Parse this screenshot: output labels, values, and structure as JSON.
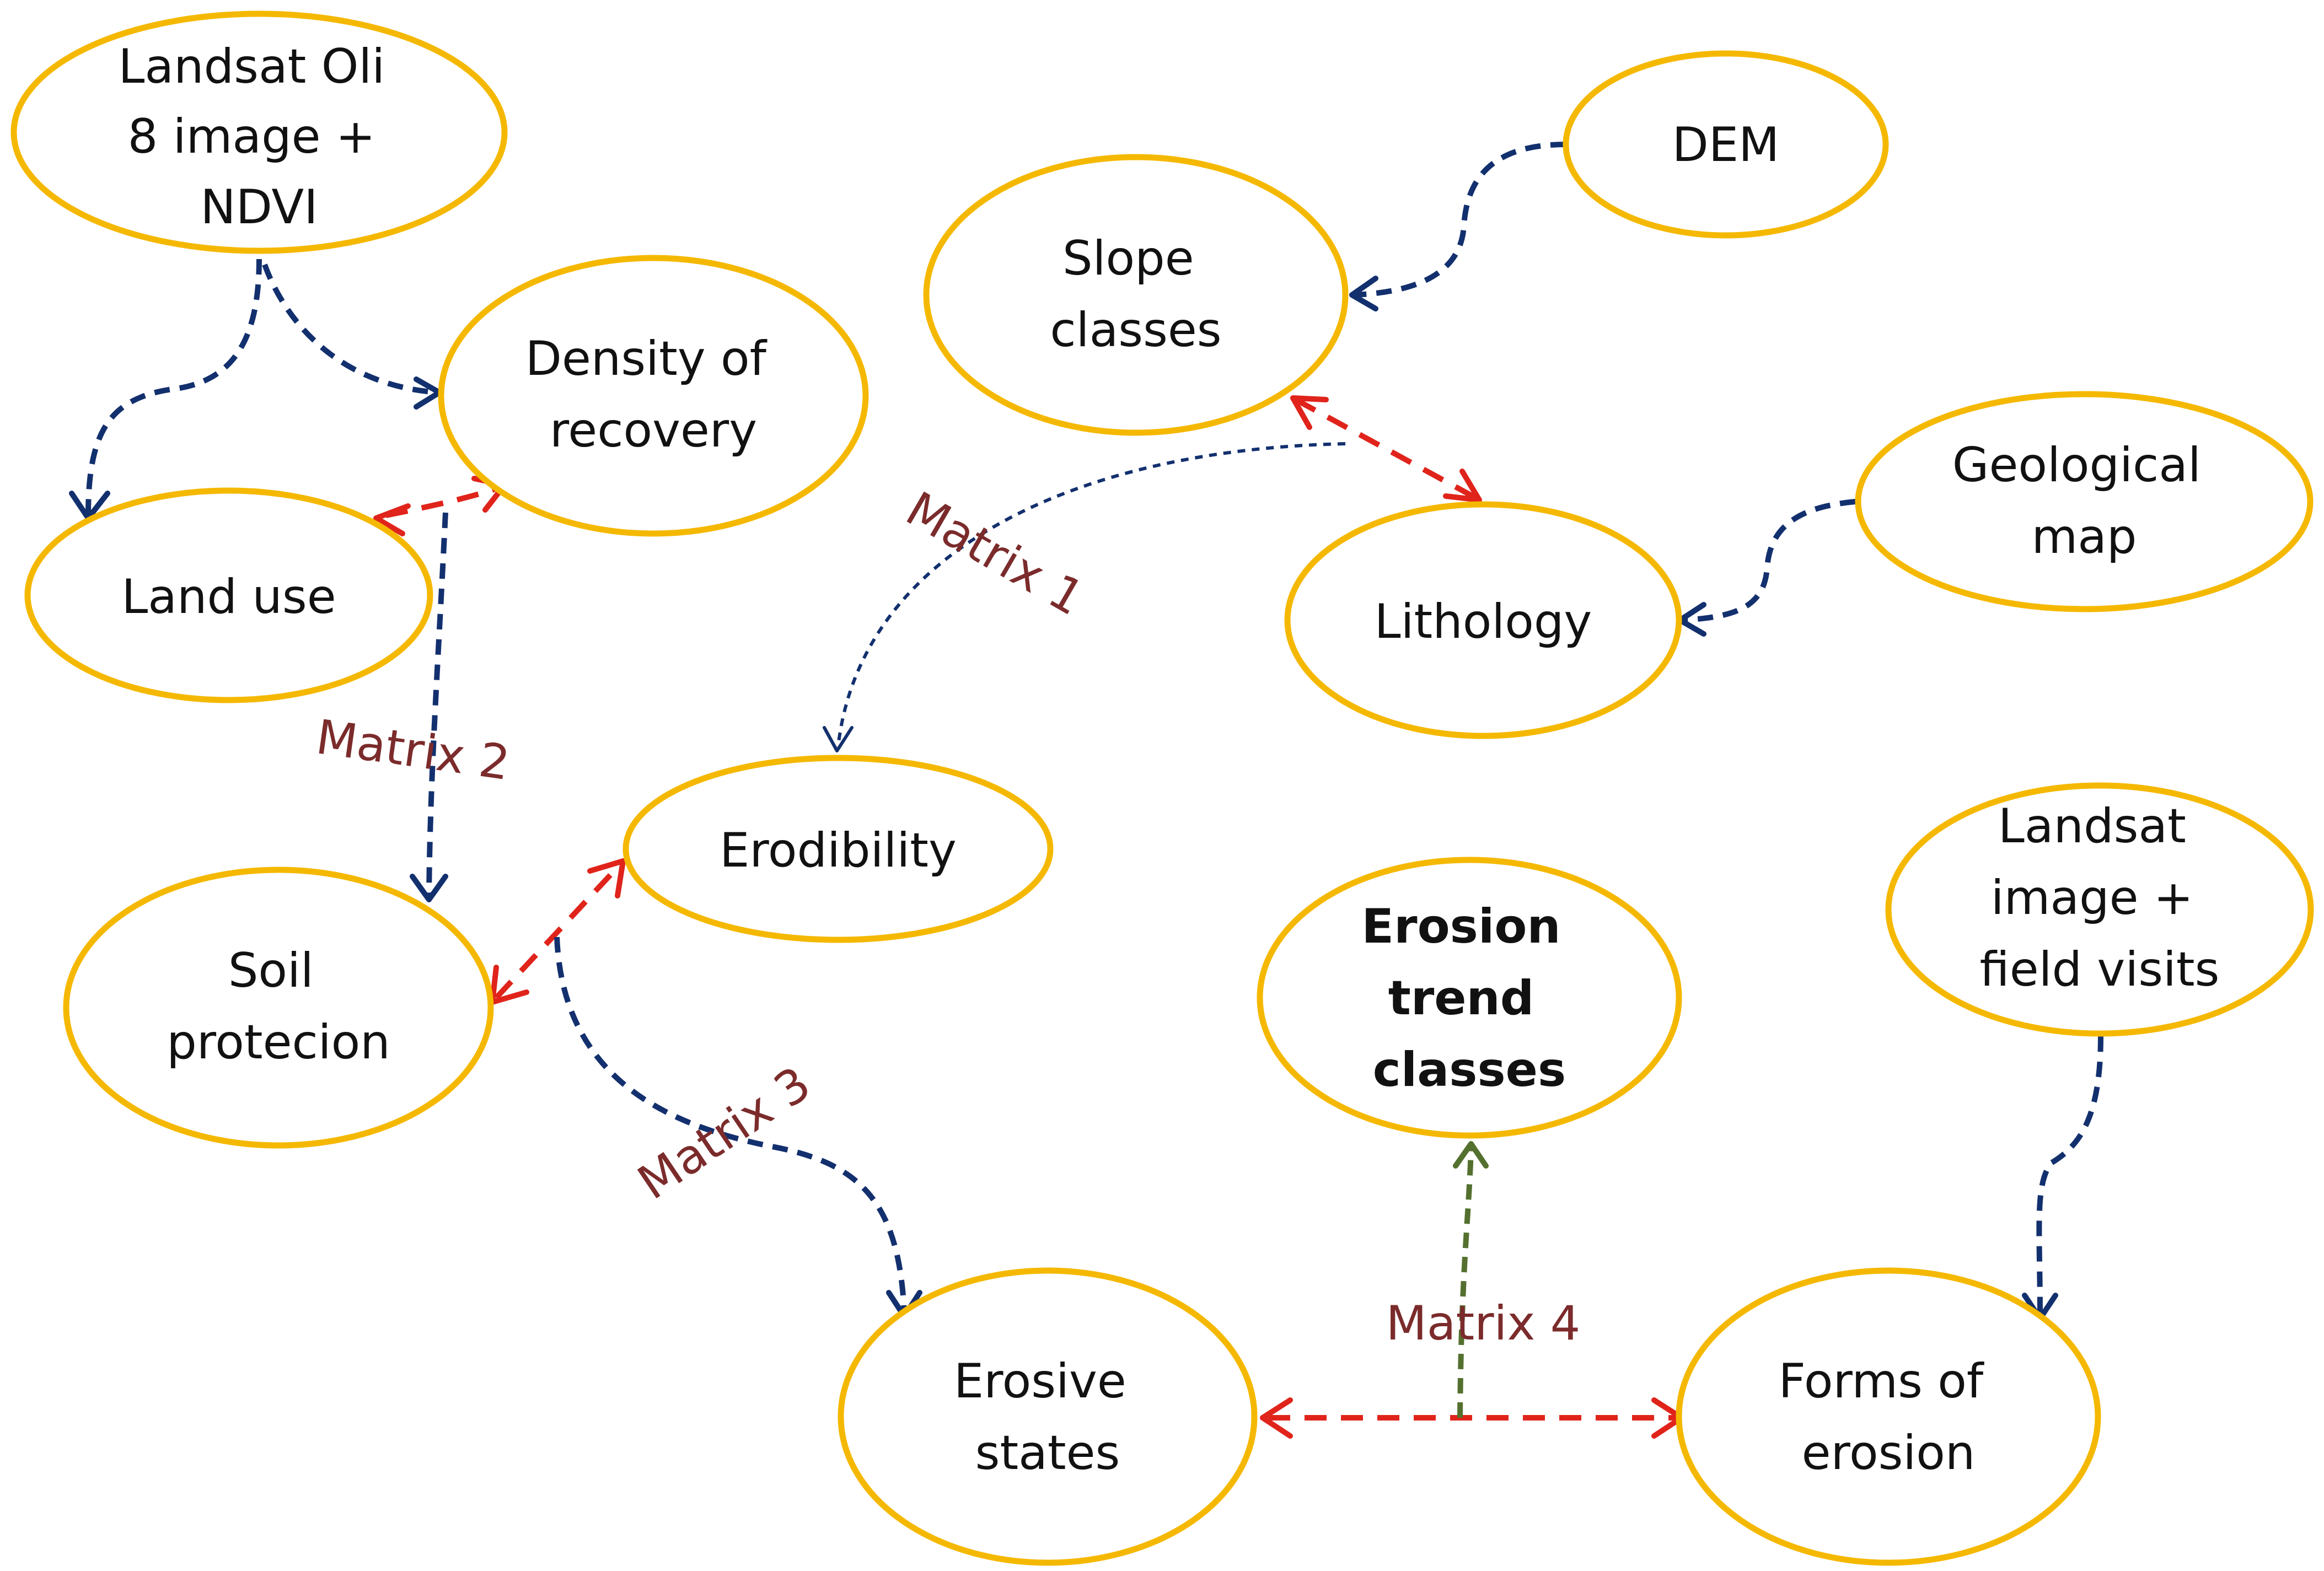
{
  "nodes": [
    {
      "id": "landsat_oli",
      "lines": [
        "Landsat Oli",
        "8 image +",
        "NDVI"
      ],
      "bold": false
    },
    {
      "id": "dem",
      "lines": [
        "DEM"
      ],
      "bold": false
    },
    {
      "id": "slope_classes",
      "lines": [
        "Slope",
        "classes"
      ],
      "bold": false
    },
    {
      "id": "density_of_recovery",
      "lines": [
        "Density of",
        "recovery"
      ],
      "bold": false
    },
    {
      "id": "land_use",
      "lines": [
        "Land use"
      ],
      "bold": false
    },
    {
      "id": "geological_map",
      "lines": [
        "Geological",
        "map"
      ],
      "bold": false
    },
    {
      "id": "lithology",
      "lines": [
        "Lithology"
      ],
      "bold": false
    },
    {
      "id": "erodibility",
      "lines": [
        "Erodibility"
      ],
      "bold": false
    },
    {
      "id": "soil_protecion",
      "lines": [
        "Soil",
        "protecion"
      ],
      "bold": false
    },
    {
      "id": "erosion_trend_classes",
      "lines": [
        "Erosion",
        "trend",
        "classes"
      ],
      "bold": true
    },
    {
      "id": "landsat_field",
      "lines": [
        "Landsat",
        "image +",
        "field visits"
      ],
      "bold": false
    },
    {
      "id": "erosive_states",
      "lines": [
        "Erosive",
        "states"
      ],
      "bold": false
    },
    {
      "id": "forms_of_erosion",
      "lines": [
        "Forms of",
        "erosion"
      ],
      "bold": false
    }
  ],
  "edge_labels": {
    "matrix1": "Matrix 1",
    "matrix2": "Matrix 2",
    "matrix3": "Matrix 3",
    "matrix4": "Matrix 4"
  },
  "colors": {
    "node_border": "#f5b800",
    "input_arrow": "#13306e",
    "matrix_combination": "#e0241b",
    "result_arrow": "#54702f",
    "matrix_label": "#7b2b2b"
  }
}
